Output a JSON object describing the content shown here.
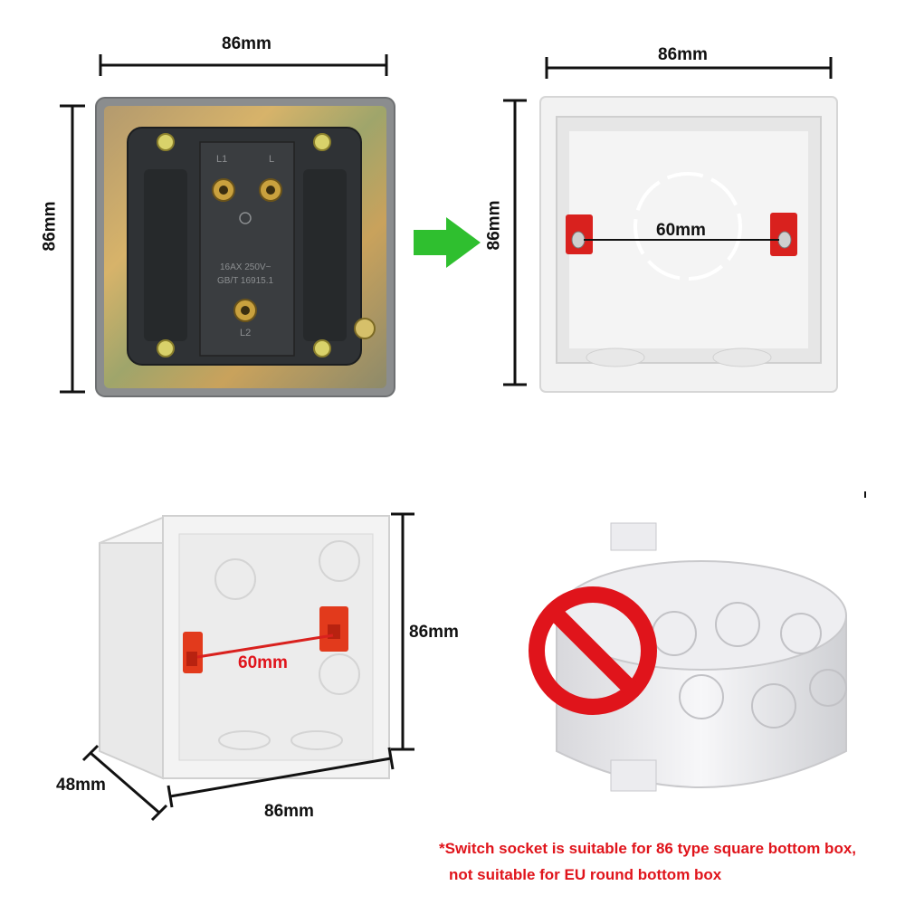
{
  "panels": {
    "socket": {
      "width_label": "86mm",
      "height_label": "86mm",
      "markings": {
        "terminal_l1": "L1",
        "terminal_l": "L",
        "terminal_l2": "L2",
        "rating": "16AX 250V~",
        "standard": "GB/T 16915.1"
      }
    },
    "box_front": {
      "width_label": "86mm",
      "height_label": "86mm",
      "screw_spacing_label": "60mm"
    },
    "box_3d": {
      "height_label": "86mm",
      "width_label": "86mm",
      "depth_label": "48mm",
      "screw_spacing_label": "60mm"
    },
    "round_box": {
      "prohibited": true
    }
  },
  "note": {
    "line1": "*Switch socket is suitable for 86 type square bottom box,",
    "line2": "not suitable for EU round bottom box"
  },
  "colors": {
    "arrow": "#2fbf2f",
    "prohibit": "#e0141b",
    "note_text": "#e0141b",
    "screw_mount": "#d9211e"
  }
}
